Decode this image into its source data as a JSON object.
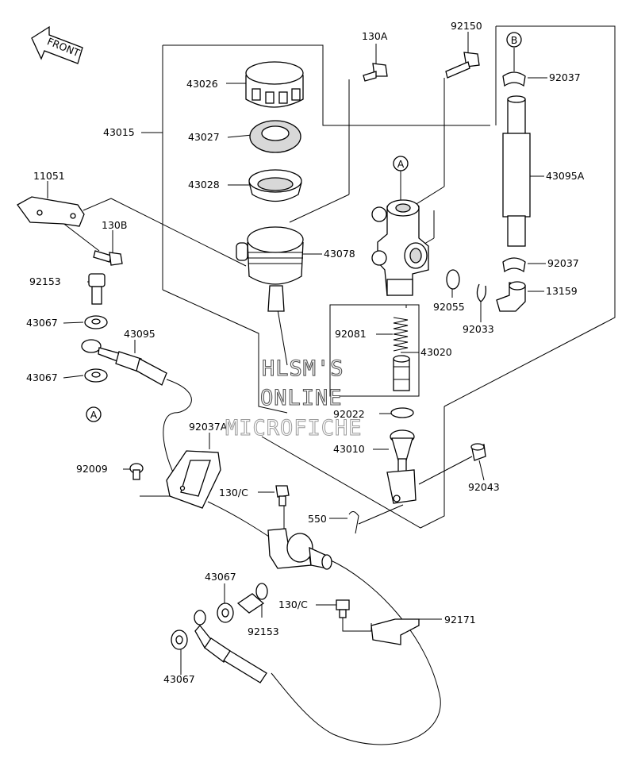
{
  "front_arrow": {
    "text": "FRONT"
  },
  "watermark": {
    "line1": "HLSM'S",
    "line2": "ONLINE",
    "line3": "MICROFICHE"
  },
  "callouts": {
    "a_top": "A",
    "a_bottom": "A",
    "b_top": "B"
  },
  "parts": [
    {
      "id": "43026"
    },
    {
      "id": "43027"
    },
    {
      "id": "43028"
    },
    {
      "id": "43015"
    },
    {
      "id": "11051"
    },
    {
      "id": "130B"
    },
    {
      "id": "92153"
    },
    {
      "id": "43067"
    },
    {
      "id": "43095"
    },
    {
      "id": "43067"
    },
    {
      "id": "130A"
    },
    {
      "id": "92150"
    },
    {
      "id": "92037"
    },
    {
      "id": "43095A"
    },
    {
      "id": "43078"
    },
    {
      "id": "92037"
    },
    {
      "id": "13159"
    },
    {
      "id": "92055"
    },
    {
      "id": "92033"
    },
    {
      "id": "92081"
    },
    {
      "id": "43020"
    },
    {
      "id": "92022"
    },
    {
      "id": "43010"
    },
    {
      "id": "92043"
    },
    {
      "id": "92037A"
    },
    {
      "id": "92009"
    },
    {
      "id": "130/C"
    },
    {
      "id": "550"
    },
    {
      "id": "43067"
    },
    {
      "id": "92153"
    },
    {
      "id": "130/C"
    },
    {
      "id": "92171"
    },
    {
      "id": "43067"
    }
  ]
}
